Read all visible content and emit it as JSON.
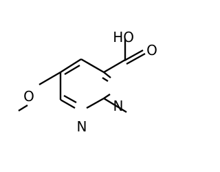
{
  "molecule": {
    "labels": {
      "hydroxyl": "HO",
      "carbonyl_oxygen": "O",
      "ring_nitrogen_top": "N",
      "ring_nitrogen_bottom": "N",
      "methoxy_oxygen": "O"
    }
  }
}
